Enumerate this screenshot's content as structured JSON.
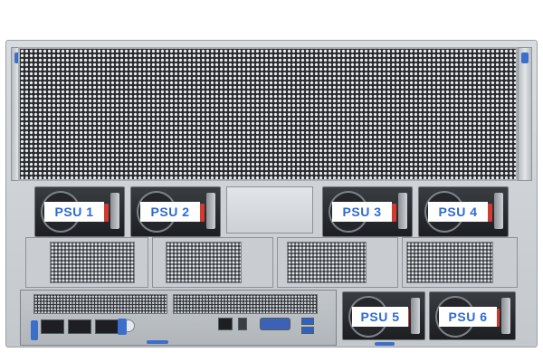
{
  "psus": [
    {
      "label": "PSU 1"
    },
    {
      "label": "PSU 2"
    },
    {
      "label": "PSU 3"
    },
    {
      "label": "PSU 4"
    },
    {
      "label": "PSU 5"
    },
    {
      "label": "PSU 6"
    }
  ],
  "colors": {
    "label_text": "#2e6ad1",
    "release_latch": "#d23a2e",
    "touch_point": "#3b6fc9"
  }
}
